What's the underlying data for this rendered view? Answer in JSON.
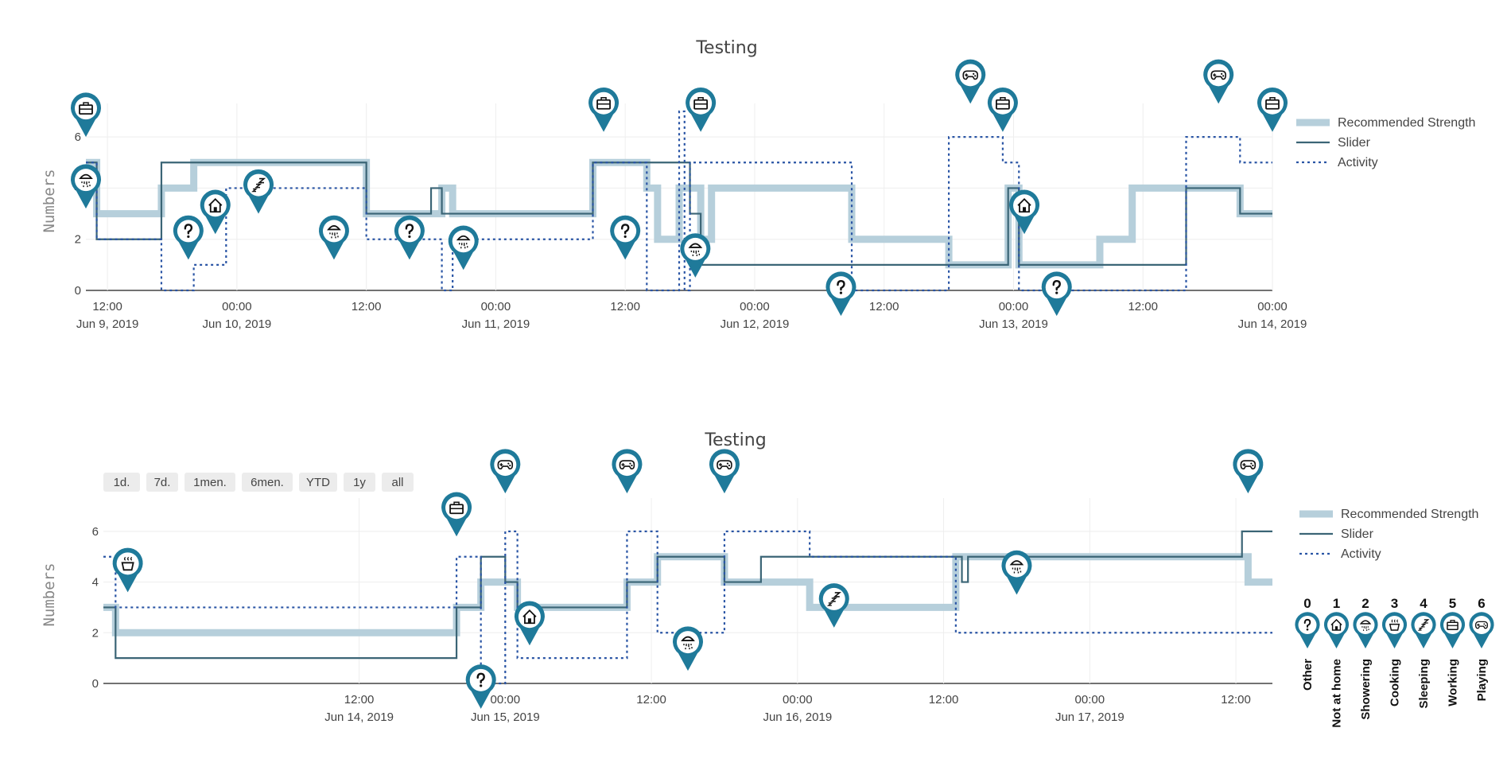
{
  "colors": {
    "recommended": "#b6cfdb",
    "slider": "#3b6576",
    "activity": "#2a55a5",
    "marker": "#1f7a9a",
    "grid": "#eeeeee"
  },
  "range_buttons": [
    "1d.",
    "7d.",
    "1men.",
    "6men.",
    "YTD",
    "1y",
    "all"
  ],
  "activity_key": [
    {
      "value": "0",
      "label": "Other",
      "icon": "question-icon"
    },
    {
      "value": "1",
      "label": "Not at home",
      "icon": "house-icon"
    },
    {
      "value": "2",
      "label": "Showering",
      "icon": "shower-icon"
    },
    {
      "value": "3",
      "label": "Cooking",
      "icon": "cooking-pot-icon"
    },
    {
      "value": "4",
      "label": "Sleeping",
      "icon": "sleep-icon"
    },
    {
      "value": "5",
      "label": "Working",
      "icon": "briefcase-icon"
    },
    {
      "value": "6",
      "label": "Playing",
      "icon": "gamepad-icon"
    }
  ],
  "chart_data": [
    {
      "type": "line",
      "line_shape": "step",
      "title": "Testing",
      "ylabel": "Numbers",
      "xlim": [
        "2019-06-09 10:00",
        "2019-06-14 00:00"
      ],
      "ylim": [
        0,
        7
      ],
      "yticks": [
        0,
        2,
        4,
        6
      ],
      "grid": true,
      "legend_position": "top-right",
      "xticks": [
        {
          "t": "2019-06-09 12:00",
          "line1": "12:00",
          "line2": "Jun 9, 2019"
        },
        {
          "t": "2019-06-10 00:00",
          "line1": "00:00",
          "line2": "Jun 10, 2019"
        },
        {
          "t": "2019-06-10 12:00",
          "line1": "12:00",
          "line2": ""
        },
        {
          "t": "2019-06-11 00:00",
          "line1": "00:00",
          "line2": "Jun 11, 2019"
        },
        {
          "t": "2019-06-11 12:00",
          "line1": "12:00",
          "line2": ""
        },
        {
          "t": "2019-06-12 00:00",
          "line1": "00:00",
          "line2": "Jun 12, 2019"
        },
        {
          "t": "2019-06-12 12:00",
          "line1": "12:00",
          "line2": ""
        },
        {
          "t": "2019-06-13 00:00",
          "line1": "00:00",
          "line2": "Jun 13, 2019"
        },
        {
          "t": "2019-06-13 12:00",
          "line1": "12:00",
          "line2": ""
        },
        {
          "t": "2019-06-14 00:00",
          "line1": "00:00",
          "line2": "Jun 14, 2019"
        }
      ],
      "series": [
        {
          "name": "Recommended Strength",
          "key": "recommended",
          "points": [
            [
              "2019-06-09 10:00",
              5
            ],
            [
              "2019-06-09 11:00",
              3
            ],
            [
              "2019-06-09 17:00",
              4
            ],
            [
              "2019-06-09 20:00",
              5
            ],
            [
              "2019-06-10 12:00",
              3
            ],
            [
              "2019-06-10 19:00",
              4
            ],
            [
              "2019-06-10 20:00",
              3
            ],
            [
              "2019-06-11 09:00",
              5
            ],
            [
              "2019-06-11 14:00",
              4
            ],
            [
              "2019-06-11 15:00",
              2
            ],
            [
              "2019-06-11 17:00",
              4
            ],
            [
              "2019-06-11 19:00",
              2
            ],
            [
              "2019-06-11 20:00",
              4
            ],
            [
              "2019-06-12 09:00",
              2
            ],
            [
              "2019-06-12 18:00",
              1
            ],
            [
              "2019-06-12 23:30",
              4
            ],
            [
              "2019-06-13 00:30",
              1
            ],
            [
              "2019-06-13 08:00",
              2
            ],
            [
              "2019-06-13 11:00",
              4
            ],
            [
              "2019-06-13 21:00",
              3
            ],
            [
              "2019-06-14 00:00",
              3
            ]
          ]
        },
        {
          "name": "Slider",
          "key": "slider",
          "points": [
            [
              "2019-06-09 10:00",
              5
            ],
            [
              "2019-06-09 11:00",
              2
            ],
            [
              "2019-06-09 17:00",
              5
            ],
            [
              "2019-06-10 12:00",
              3
            ],
            [
              "2019-06-10 18:00",
              4
            ],
            [
              "2019-06-10 19:00",
              3
            ],
            [
              "2019-06-11 09:00",
              5
            ],
            [
              "2019-06-11 18:00",
              3
            ],
            [
              "2019-06-11 19:00",
              1
            ],
            [
              "2019-06-12 18:00",
              1
            ],
            [
              "2019-06-12 23:30",
              4
            ],
            [
              "2019-06-13 00:30",
              1
            ],
            [
              "2019-06-13 16:00",
              4
            ],
            [
              "2019-06-13 21:00",
              3
            ],
            [
              "2019-06-14 00:00",
              3
            ]
          ]
        },
        {
          "name": "Activity",
          "key": "activity",
          "points": [
            [
              "2019-06-09 10:00",
              5
            ],
            [
              "2019-06-09 11:00",
              2
            ],
            [
              "2019-06-09 17:00",
              0
            ],
            [
              "2019-06-09 20:00",
              1
            ],
            [
              "2019-06-09 23:00",
              4
            ],
            [
              "2019-06-10 12:00",
              2
            ],
            [
              "2019-06-10 19:00",
              0
            ],
            [
              "2019-06-10 20:00",
              2
            ],
            [
              "2019-06-11 09:00",
              5
            ],
            [
              "2019-06-11 14:00",
              0
            ],
            [
              "2019-06-11 17:00",
              7
            ],
            [
              "2019-06-11 17:30",
              0
            ],
            [
              "2019-06-11 18:00",
              5
            ],
            [
              "2019-06-12 09:00",
              0
            ],
            [
              "2019-06-12 18:00",
              6
            ],
            [
              "2019-06-12 23:00",
              5
            ],
            [
              "2019-06-13 00:30",
              0
            ],
            [
              "2019-06-13 16:00",
              6
            ],
            [
              "2019-06-13 21:00",
              5
            ],
            [
              "2019-06-14 00:00",
              5
            ]
          ]
        }
      ],
      "activity_markers": [
        {
          "t": "2019-06-09 10:00",
          "y": 6,
          "icon": "briefcase-icon"
        },
        {
          "t": "2019-06-09 10:00",
          "y": 3.2,
          "icon": "shower-icon"
        },
        {
          "t": "2019-06-09 19:30",
          "y": 1.2,
          "icon": "question-icon"
        },
        {
          "t": "2019-06-09 22:00",
          "y": 2.2,
          "icon": "house-icon"
        },
        {
          "t": "2019-06-10 02:00",
          "y": 3,
          "icon": "sleep-icon"
        },
        {
          "t": "2019-06-10 09:00",
          "y": 1.2,
          "icon": "shower-icon"
        },
        {
          "t": "2019-06-10 16:00",
          "y": 1.2,
          "icon": "question-icon"
        },
        {
          "t": "2019-06-10 21:00",
          "y": 0.8,
          "icon": "shower-icon"
        },
        {
          "t": "2019-06-11 10:00",
          "y": 6.2,
          "icon": "briefcase-icon"
        },
        {
          "t": "2019-06-11 12:00",
          "y": 1.2,
          "icon": "question-icon"
        },
        {
          "t": "2019-06-11 18:30",
          "y": 0.5,
          "icon": "shower-icon"
        },
        {
          "t": "2019-06-11 19:00",
          "y": 6.2,
          "icon": "briefcase-icon"
        },
        {
          "t": "2019-06-12 08:00",
          "y": -1,
          "icon": "question-icon"
        },
        {
          "t": "2019-06-12 23:00",
          "y": 6.2,
          "icon": "briefcase-icon"
        },
        {
          "t": "2019-06-12 20:00",
          "y": 7.3,
          "icon": "gamepad-icon"
        },
        {
          "t": "2019-06-13 01:00",
          "y": 2.2,
          "icon": "house-icon"
        },
        {
          "t": "2019-06-13 04:00",
          "y": -1,
          "icon": "question-icon"
        },
        {
          "t": "2019-06-13 19:00",
          "y": 7.3,
          "icon": "gamepad-icon"
        },
        {
          "t": "2019-06-14 00:00",
          "y": 6.2,
          "icon": "briefcase-icon"
        }
      ]
    },
    {
      "type": "line",
      "line_shape": "step",
      "title": "Testing",
      "ylabel": "Numbers",
      "xlim": [
        "2019-06-13 15:00",
        "2019-06-17 15:00"
      ],
      "ylim": [
        0,
        7
      ],
      "yticks": [
        0,
        2,
        4,
        6
      ],
      "grid": true,
      "legend_position": "top-right",
      "xticks": [
        {
          "t": "2019-06-14 12:00",
          "line1": "12:00",
          "line2": "Jun 14, 2019"
        },
        {
          "t": "2019-06-15 00:00",
          "line1": "00:00",
          "line2": "Jun 15, 2019"
        },
        {
          "t": "2019-06-15 12:00",
          "line1": "12:00",
          "line2": ""
        },
        {
          "t": "2019-06-16 00:00",
          "line1": "00:00",
          "line2": "Jun 16, 2019"
        },
        {
          "t": "2019-06-16 12:00",
          "line1": "12:00",
          "line2": ""
        },
        {
          "t": "2019-06-17 00:00",
          "line1": "00:00",
          "line2": "Jun 17, 2019"
        },
        {
          "t": "2019-06-17 12:00",
          "line1": "12:00",
          "line2": ""
        }
      ],
      "series": [
        {
          "name": "Recommended Strength",
          "key": "recommended",
          "points": [
            [
              "2019-06-13 15:00",
              3
            ],
            [
              "2019-06-13 16:00",
              2
            ],
            [
              "2019-06-14 20:00",
              3
            ],
            [
              "2019-06-14 22:00",
              4
            ],
            [
              "2019-06-15 01:00",
              3
            ],
            [
              "2019-06-15 10:00",
              4
            ],
            [
              "2019-06-15 12:30",
              5
            ],
            [
              "2019-06-15 18:00",
              4
            ],
            [
              "2019-06-16 01:00",
              3
            ],
            [
              "2019-06-16 13:00",
              5
            ],
            [
              "2019-06-17 13:00",
              4
            ],
            [
              "2019-06-17 15:00",
              4
            ]
          ]
        },
        {
          "name": "Slider",
          "key": "slider",
          "points": [
            [
              "2019-06-13 15:00",
              3
            ],
            [
              "2019-06-13 16:00",
              1
            ],
            [
              "2019-06-14 20:00",
              3
            ],
            [
              "2019-06-14 22:00",
              5
            ],
            [
              "2019-06-15 00:00",
              4
            ],
            [
              "2019-06-15 01:00",
              3
            ],
            [
              "2019-06-15 10:00",
              4
            ],
            [
              "2019-06-15 12:30",
              5
            ],
            [
              "2019-06-15 18:00",
              4
            ],
            [
              "2019-06-15 21:00",
              5
            ],
            [
              "2019-06-16 13:30",
              4
            ],
            [
              "2019-06-16 14:00",
              5
            ],
            [
              "2019-06-17 12:30",
              6
            ],
            [
              "2019-06-17 15:00",
              6
            ]
          ]
        },
        {
          "name": "Activity",
          "key": "activity",
          "points": [
            [
              "2019-06-13 15:00",
              5
            ],
            [
              "2019-06-13 16:00",
              3
            ],
            [
              "2019-06-14 20:00",
              5
            ],
            [
              "2019-06-14 22:00",
              0
            ],
            [
              "2019-06-15 00:00",
              6
            ],
            [
              "2019-06-15 01:00",
              1
            ],
            [
              "2019-06-15 10:00",
              6
            ],
            [
              "2019-06-15 12:30",
              2
            ],
            [
              "2019-06-15 18:00",
              6
            ],
            [
              "2019-06-16 01:00",
              5
            ],
            [
              "2019-06-16 13:00",
              2
            ],
            [
              "2019-06-17 12:30",
              2
            ],
            [
              "2019-06-17 15:00",
              2
            ]
          ]
        }
      ],
      "activity_markers": [
        {
          "t": "2019-06-13 17:00",
          "y": 3.6,
          "icon": "cooking-pot-icon"
        },
        {
          "t": "2019-06-14 20:00",
          "y": 5.8,
          "icon": "briefcase-icon"
        },
        {
          "t": "2019-06-14 22:00",
          "y": -1,
          "icon": "question-icon"
        },
        {
          "t": "2019-06-15 00:00",
          "y": 7.5,
          "icon": "gamepad-icon"
        },
        {
          "t": "2019-06-15 02:00",
          "y": 1.5,
          "icon": "house-icon"
        },
        {
          "t": "2019-06-15 10:00",
          "y": 7.5,
          "icon": "gamepad-icon"
        },
        {
          "t": "2019-06-15 15:00",
          "y": 0.5,
          "icon": "shower-icon"
        },
        {
          "t": "2019-06-15 18:00",
          "y": 7.5,
          "icon": "gamepad-icon"
        },
        {
          "t": "2019-06-16 03:00",
          "y": 2.2,
          "icon": "sleep-icon"
        },
        {
          "t": "2019-06-16 18:00",
          "y": 3.5,
          "icon": "shower-icon"
        },
        {
          "t": "2019-06-17 13:00",
          "y": 7.5,
          "icon": "gamepad-icon"
        }
      ]
    }
  ]
}
